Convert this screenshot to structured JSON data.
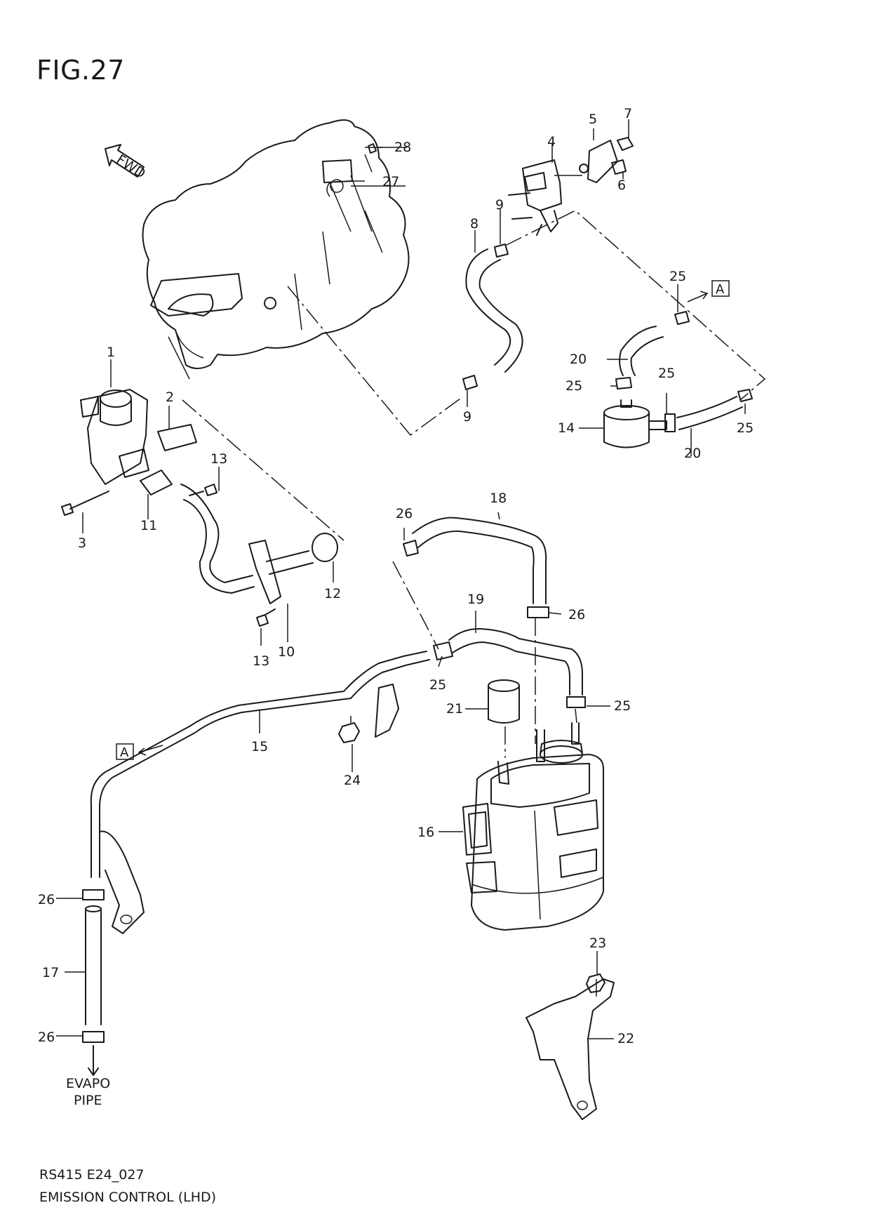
{
  "figure_title": "FIG.27",
  "fwd_label": "FWD",
  "ref_marker": "A",
  "evapo_label": [
    "EVAPO",
    "PIPE"
  ],
  "footer": {
    "code": "RS415 E24_027",
    "title": "EMISSION CONTROL (LHD)"
  },
  "callouts": [
    {
      "n": "1"
    },
    {
      "n": "2"
    },
    {
      "n": "3"
    },
    {
      "n": "4"
    },
    {
      "n": "5"
    },
    {
      "n": "6"
    },
    {
      "n": "7"
    },
    {
      "n": "8"
    },
    {
      "n": "9"
    },
    {
      "n": "9"
    },
    {
      "n": "10"
    },
    {
      "n": "11"
    },
    {
      "n": "12"
    },
    {
      "n": "13"
    },
    {
      "n": "13"
    },
    {
      "n": "14"
    },
    {
      "n": "15"
    },
    {
      "n": "16"
    },
    {
      "n": "17"
    },
    {
      "n": "18"
    },
    {
      "n": "19"
    },
    {
      "n": "20"
    },
    {
      "n": "20"
    },
    {
      "n": "21"
    },
    {
      "n": "22"
    },
    {
      "n": "23"
    },
    {
      "n": "24"
    },
    {
      "n": "25"
    },
    {
      "n": "25"
    },
    {
      "n": "25"
    },
    {
      "n": "25"
    },
    {
      "n": "25"
    },
    {
      "n": "25"
    },
    {
      "n": "26"
    },
    {
      "n": "26"
    },
    {
      "n": "26"
    },
    {
      "n": "26"
    },
    {
      "n": "27"
    },
    {
      "n": "28"
    }
  ]
}
